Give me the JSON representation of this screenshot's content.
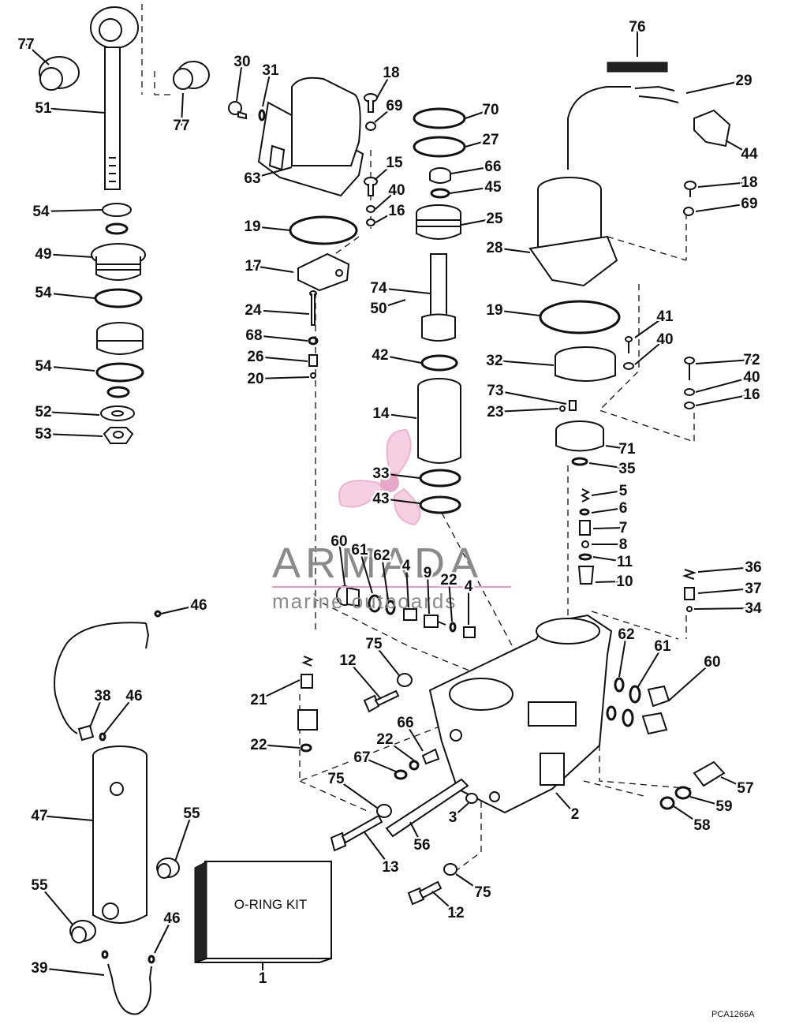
{
  "diagram": {
    "watermark": {
      "brand": "ARMADA",
      "tagline": "marine outboards"
    },
    "drawing_code": "PCA1266A",
    "kit_label": "O-RING KIT",
    "callouts": [
      "77",
      "51",
      "77",
      "30",
      "31",
      "18",
      "69",
      "70",
      "27",
      "76",
      "29",
      "44",
      "66",
      "45",
      "15",
      "40",
      "16",
      "63",
      "18",
      "69",
      "54",
      "19",
      "25",
      "28",
      "49",
      "17",
      "74",
      "54",
      "50",
      "24",
      "68",
      "26",
      "20",
      "42",
      "19",
      "41",
      "40",
      "32",
      "72",
      "40",
      "16",
      "54",
      "52",
      "53",
      "73",
      "23",
      "14",
      "71",
      "35",
      "33",
      "43",
      "5",
      "6",
      "7",
      "8",
      "11",
      "10",
      "60",
      "61",
      "62",
      "4",
      "9",
      "22",
      "4",
      "36",
      "37",
      "34",
      "46",
      "62",
      "61",
      "60",
      "75",
      "12",
      "21",
      "38",
      "46",
      "66",
      "22",
      "67",
      "22",
      "75",
      "2",
      "3",
      "57",
      "59",
      "58",
      "47",
      "55",
      "56",
      "13",
      "75",
      "12",
      "55",
      "46",
      "39",
      "1"
    ]
  },
  "colors": {
    "line": "#111111",
    "watermark_gray": "#8a8a8a",
    "watermark_pink": "#e89ac0"
  }
}
